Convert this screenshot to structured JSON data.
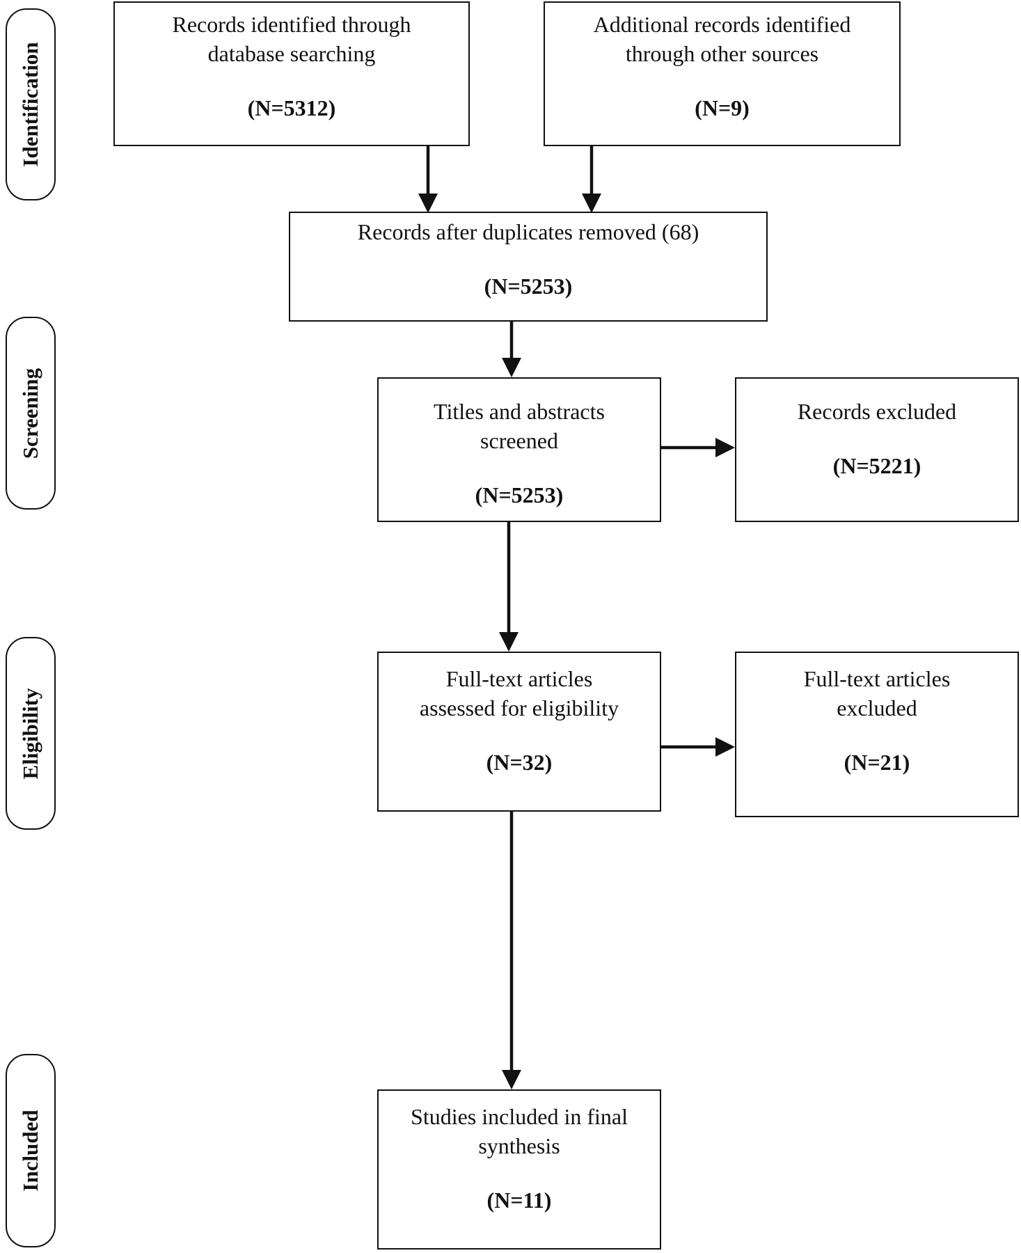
{
  "phases": {
    "identification": "Identification",
    "screening": "Screening",
    "eligibility": "Eligibility",
    "included": "Included"
  },
  "boxes": {
    "database": {
      "lines": [
        "Records identified through",
        "database searching"
      ],
      "count": "(N=5312)"
    },
    "other_sources": {
      "lines": [
        "Additional records identified",
        "through other sources"
      ],
      "count": "(N=9)"
    },
    "duplicates_removed": {
      "lines": [
        "Records after duplicates removed (68)"
      ],
      "count": "(N=5253)"
    },
    "screened": {
      "lines": [
        "Titles and abstracts",
        "screened"
      ],
      "count": "(N=5253)"
    },
    "records_excluded": {
      "lines": [
        "Records excluded"
      ],
      "count": "(N=5221)"
    },
    "full_text_assessed": {
      "lines": [
        "Full-text articles",
        "assessed for eligibility"
      ],
      "count": "(N=32)"
    },
    "full_text_excluded": {
      "lines": [
        "Full-text articles",
        "excluded"
      ],
      "count": "(N=21)"
    },
    "included_synthesis": {
      "lines": [
        "Studies included in final",
        "synthesis"
      ],
      "count": "(N=11)"
    }
  },
  "colors": {
    "stroke": "#111111",
    "background": "#ffffff"
  }
}
